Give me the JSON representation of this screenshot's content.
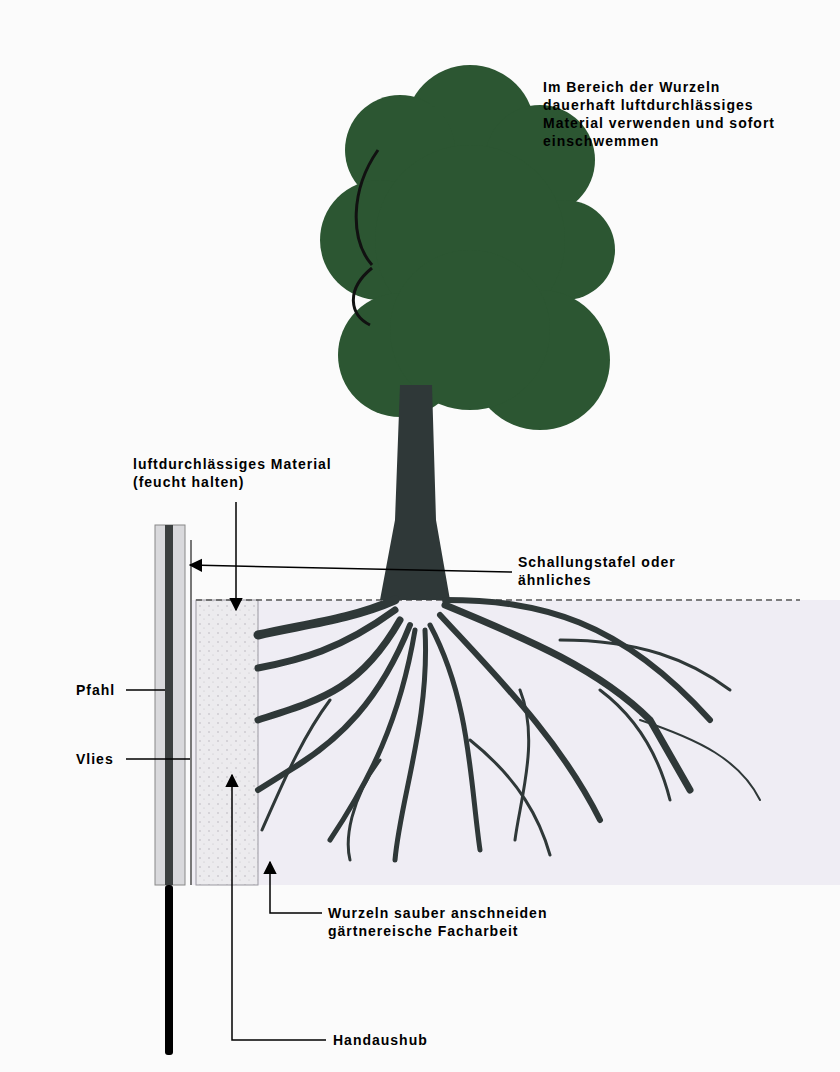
{
  "diagram": {
    "labels": [
      "Im Bereich der Wurzeln dauerhaft luftdurchlässiges Material verwenden und sofort einschwemmen",
      "luftdurchlässiges Material (feucht halten)",
      "Schallungstafel oder ähnliches",
      "Pfahl",
      "Vlies",
      "Wurzeln sauber anschneiden gärtnereische Facharbeit",
      "Handaushub"
    ]
  }
}
